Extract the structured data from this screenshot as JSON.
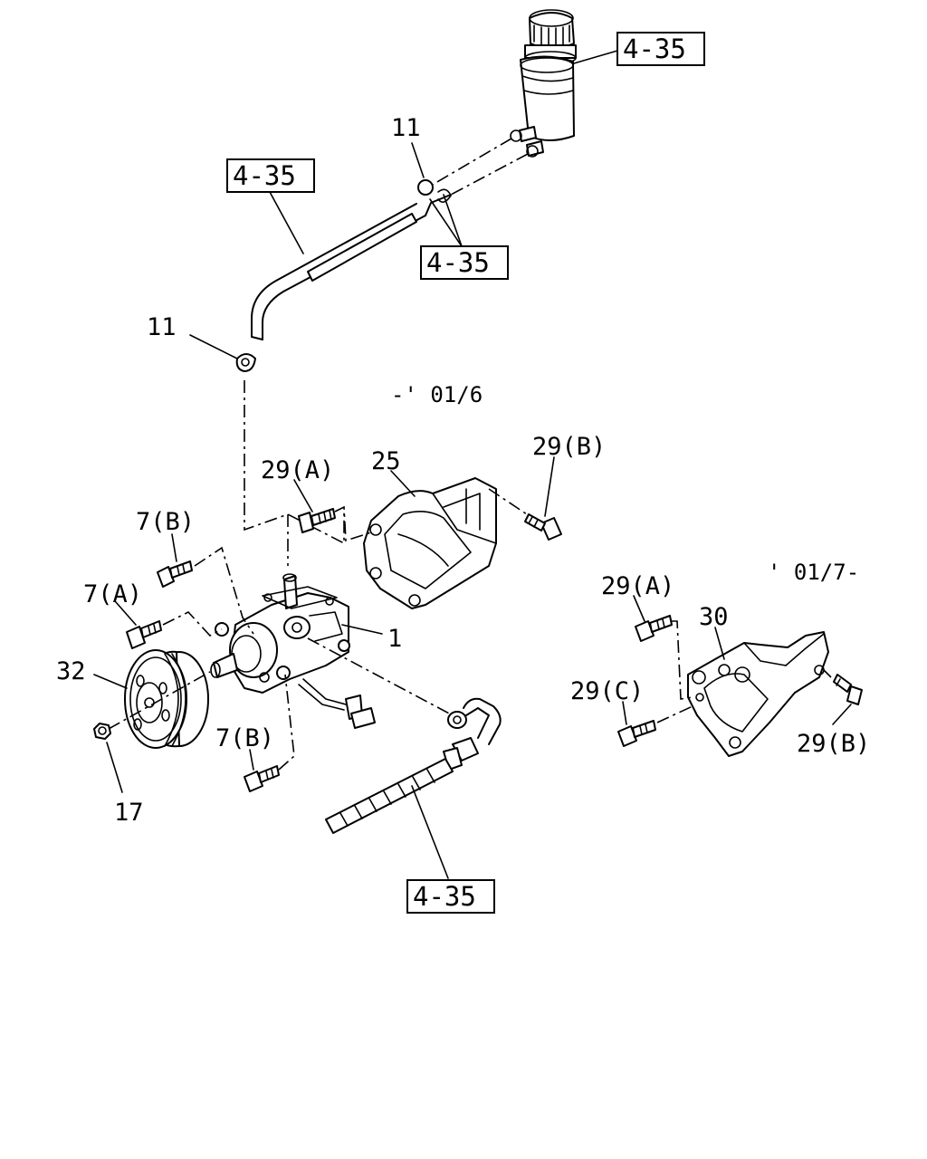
{
  "diagram": {
    "refs": {
      "reservoir": "4-35",
      "upper_hose": "4-35",
      "return_hoses": "4-35",
      "pressure_hose": "4-35"
    },
    "labels": {
      "clip_upper": "11",
      "clip_lower": "11",
      "bolt_29a_left": "29(A)",
      "bracket_25": "25",
      "bolt_29b_left": "29(B)",
      "bolt_7b_top": "7(B)",
      "bolt_7a": "7(A)",
      "pump_1": "1",
      "pulley_32": "32",
      "nut_17": "17",
      "bolt_7b_bottom": "7(B)",
      "bolt_29a_right": "29(A)",
      "bracket_30": "30",
      "bolt_29c": "29(C)",
      "bolt_29b_right": "29(B)"
    },
    "notes": {
      "upto": "-' 01/6",
      "from": "' 01/7-"
    }
  }
}
